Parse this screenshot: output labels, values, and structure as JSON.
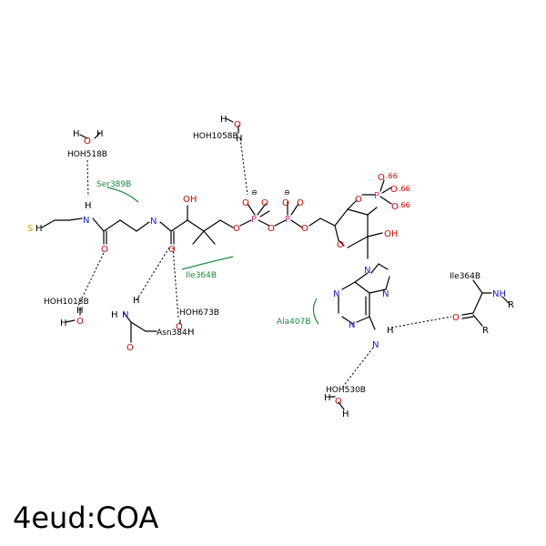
{
  "title": "4eud:COA",
  "residues": {
    "hoh518": "HOH518B",
    "hoh1058": "HOH1058B",
    "ser389": "Ser389B",
    "hoh1018": "HOH1018B",
    "ile364a": "Ile364B",
    "hoh673": "HOH673B",
    "asn384": "Asn384",
    "ala407": "Ala407B",
    "ile364b": "Ile364B",
    "hoh530": "HOH530B"
  },
  "atoms": {
    "S": "S",
    "H": "H",
    "N": "N",
    "O": "O",
    "P": "P",
    "OH": "OH",
    "NH": "NH",
    "R": "R"
  },
  "charges": {
    "minus": "⊖",
    "partial": ".66"
  },
  "colors": {
    "oxygen": "#d10000",
    "nitrogen": "#1a1ad8",
    "phosphorus": "#e0357a",
    "sulfur": "#c8a800",
    "residue": "#1a8a3a"
  }
}
